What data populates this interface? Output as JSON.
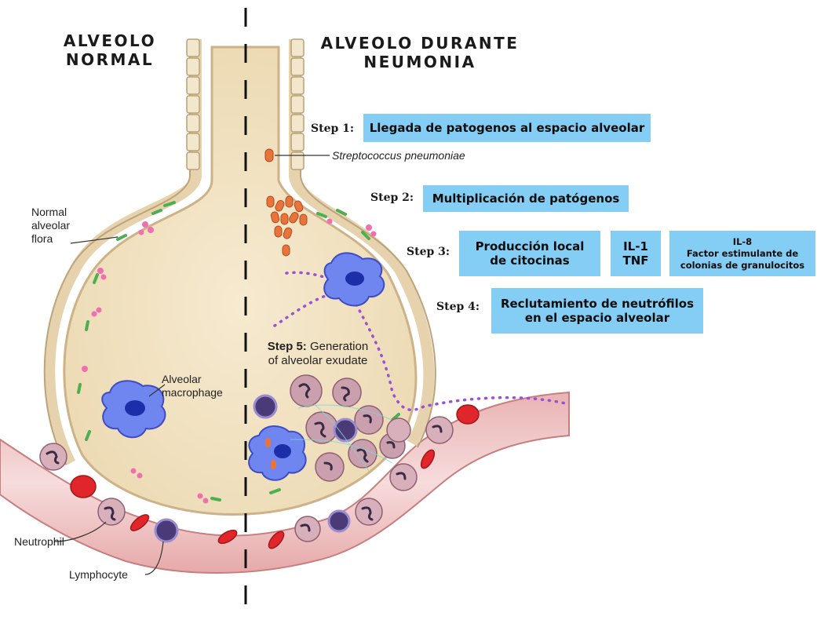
{
  "headings": {
    "left_line1": "ALVEOLO",
    "left_line2": "NORMAL",
    "right_line1": "ALVEOLO DURANTE",
    "right_line2": "NEUMONIA"
  },
  "steps": {
    "step1": {
      "label": "Step 1:",
      "box": "Llegada de patogenos al espacio alveolar"
    },
    "step2": {
      "label": "Step 2:",
      "box": "Multiplicación de patógenos"
    },
    "step3": {
      "label": "Step 3:",
      "box_a_line1": "Producción local",
      "box_a_line2": "de citocinas",
      "box_b_line1": "IL-1",
      "box_b_line2": "TNF",
      "box_c_line1": "IL-8",
      "box_c_line2": "Factor estimulante de",
      "box_c_line3": "colonias de granulocitos"
    },
    "step4": {
      "label": "Step 4:",
      "box_line1": "Reclutamiento de neutrófilos",
      "box_line2": "en el espacio alveolar"
    },
    "step5": {
      "label": "Step 5:",
      "text_line1": "Generation",
      "text_line2": "of alveolar exudate"
    }
  },
  "annotations": {
    "pathogen": "Streptococcus pneumoniae",
    "flora_line1": "Normal",
    "flora_line2": "alveolar",
    "flora_line3": "flora",
    "macrophage_line1": "Alveolar",
    "macrophage_line2": "macrophage",
    "neutrophil": "Neutrophil",
    "lymphocyte": "Lymphocyte"
  },
  "colors": {
    "step_box": "#84cdf4",
    "alveolus_fill": "#f3e4c6",
    "alveolus_wall": "#d9c39c",
    "vessel": "#f0c8c8",
    "red_cell": "#e0262b",
    "macrophage": "#5b6de6",
    "neutrophil": "#c49aa6",
    "lymphocyte": "#4b3a78",
    "bacteria": "#e8743b",
    "cytokine_dots": "#9b4fd6",
    "flora_green": "#4caf50",
    "flora_pink": "#f06fae"
  }
}
